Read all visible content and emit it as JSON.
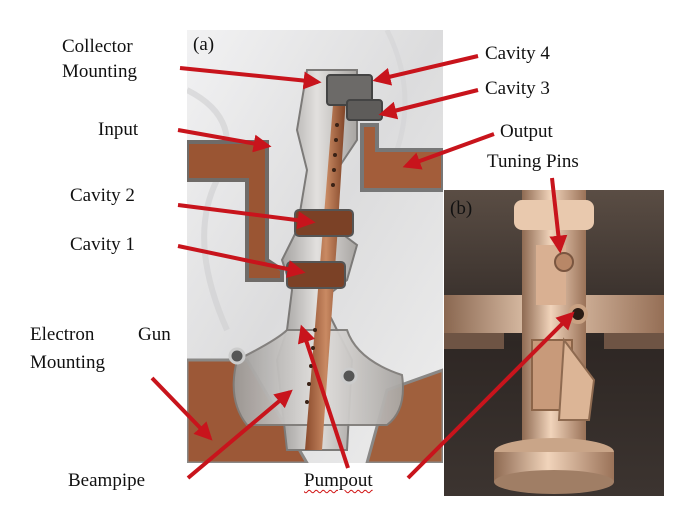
{
  "labels": {
    "collector_line1": "Collector",
    "collector_line2": "Mounting",
    "input": "Input",
    "cavity2": "Cavity 2",
    "cavity1": "Cavity 1",
    "gun_line1_a": "Electron",
    "gun_line1_b": "Gun",
    "gun_line2": "Mounting",
    "beampipe": "Beampipe",
    "pumpout": "Pumpout",
    "cavity4": "Cavity 4",
    "cavity3": "Cavity 3",
    "output": "Output",
    "tuning_pins": "Tuning Pins"
  },
  "panels": {
    "a": "(a)",
    "b": "(b)"
  },
  "colors": {
    "arrow": "#c8141c",
    "copper": "#b86b45",
    "aluminum": "#c9c6c2",
    "background_fabric": "#ecebea",
    "brass_photo_bg": "#2a2420"
  }
}
